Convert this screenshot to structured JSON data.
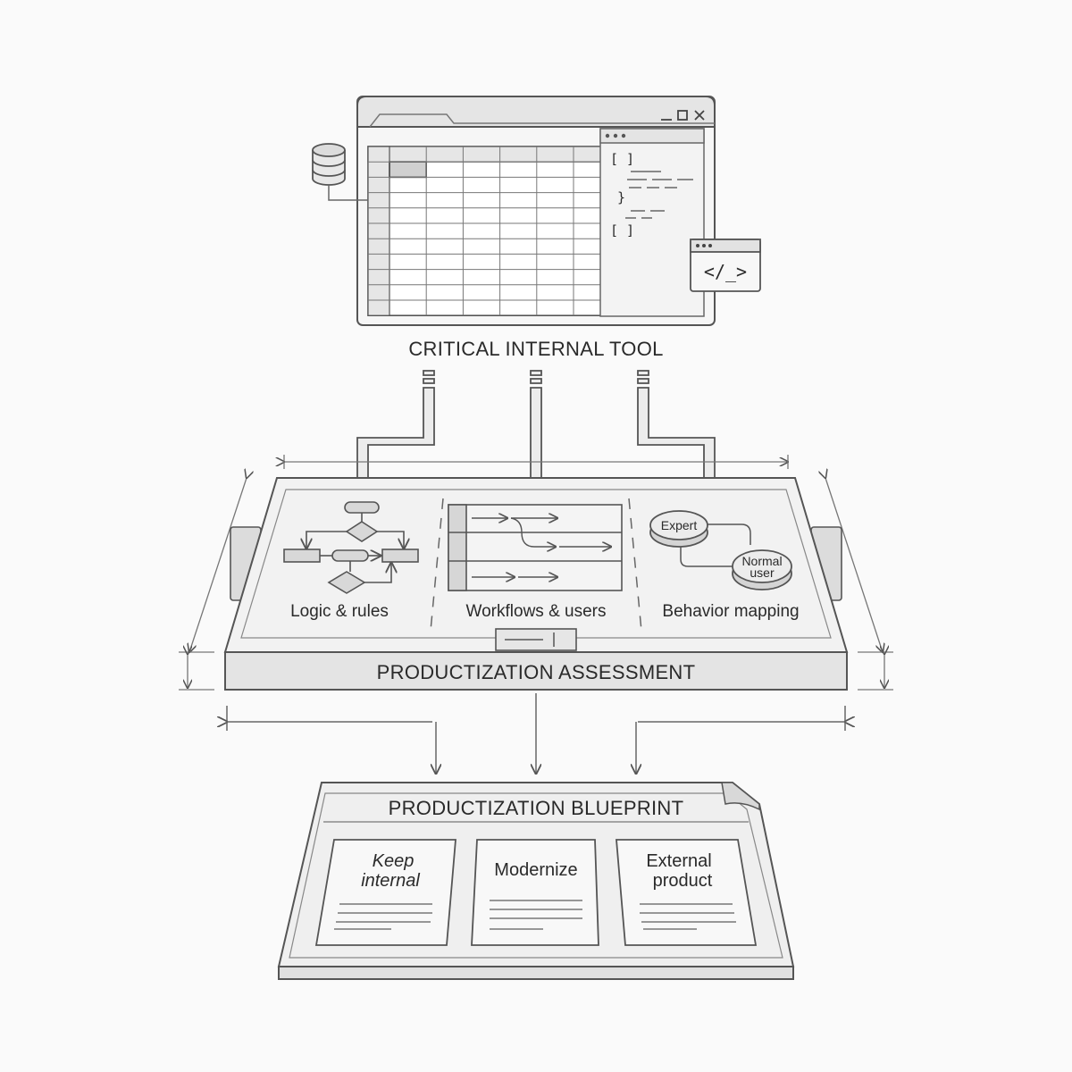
{
  "tool": {
    "title": "CRITICAL INTERNAL TOOL",
    "window_controls": [
      "_",
      "□",
      "✕"
    ],
    "code_snippet": "</_>",
    "code_lines": [
      "[ ]",
      "}",
      "[ ]"
    ]
  },
  "assessment": {
    "title": "PRODUCTIZATION ASSESSMENT",
    "sections": [
      {
        "label": "Logic & rules"
      },
      {
        "label": "Workflows & users"
      },
      {
        "label": "Behavior mapping"
      }
    ],
    "personas": {
      "expert": "Expert",
      "normal_line1": "Normal",
      "normal_line2": "user"
    }
  },
  "blueprint": {
    "title": "PRODUCTIZATION BLUEPRINT",
    "cards": [
      {
        "line1": "Keep",
        "line2": "internal"
      },
      {
        "line1": "Modernize",
        "line2": ""
      },
      {
        "line1": "External",
        "line2": "product"
      }
    ]
  },
  "colors": {
    "stroke": "#555555",
    "panel_fill": "#f1f1f1",
    "header_fill": "#e3e3e3",
    "text": "#2a2a2a"
  },
  "icons": [
    "database-icon",
    "code-window-icon",
    "flowchart-icon",
    "arrow-icon"
  ]
}
